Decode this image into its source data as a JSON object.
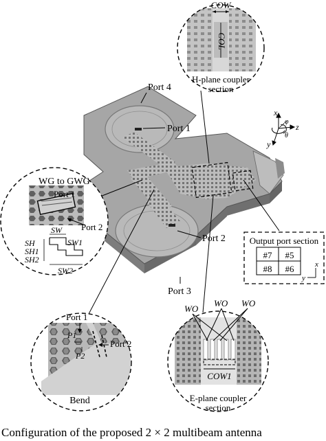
{
  "labels": {
    "port4": "Port 4",
    "port1": "Port 1",
    "port2": "Port 2",
    "port3": "Port 3",
    "hplane_title": "H-plane coupler",
    "hplane_title2": "section",
    "cow": "COW",
    "col": "COL",
    "wg_title": "WG to GWG",
    "wg_port1": "Port 1",
    "wg_port2": "Port 2",
    "sw": "SW",
    "sw1": "SW1",
    "sw2": "SW2",
    "sh": "SH",
    "sh1": "SH1",
    "sh2": "SH2",
    "output_title": "Output port section",
    "cell7": "#7",
    "cell5": "#5",
    "cell8": "#8",
    "cell6": "#6",
    "axis_x": "x",
    "axis_y": "y",
    "axis_z": "z",
    "axis_phi": "φ",
    "axis_theta": "θ",
    "bend_port1": "Port 1",
    "bend_port2": "Port 2",
    "p1": "P1",
    "p2": "P2",
    "bend_title": "Bend",
    "wo1": "WO",
    "wo2": "WO",
    "wo3": "WO",
    "cow1": "COW1",
    "eplane_title": "E-plane coupler",
    "eplane_title2": "section"
  },
  "caption": "Configuration of the proposed 2 × 2 multibeam antenna",
  "colors": {
    "metal_top": "#a9a9a9",
    "metal_side": "#7a7a7a",
    "pins": "#6e6e6e",
    "background": "#ffffff"
  }
}
